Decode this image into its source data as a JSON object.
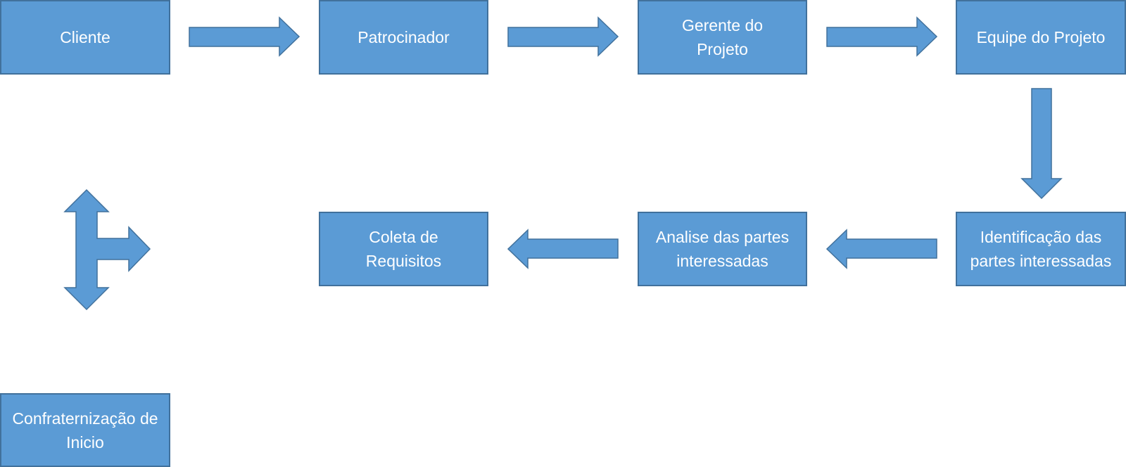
{
  "diagram": {
    "colors": {
      "box_fill": "#5b9bd5",
      "box_border": "#41719c",
      "text": "#ffffff"
    },
    "nodes": {
      "cliente": "Cliente",
      "patrocinador": "Patrocinador",
      "gerente": "Gerente do Projeto",
      "equipe": "Equipe do Projeto",
      "identificacao": "Identificação das partes interessadas",
      "analise": "Analise das partes interessadas",
      "coleta": "Coleta de Requisitos",
      "confraternizacao": "Confraternização de Inicio"
    }
  }
}
